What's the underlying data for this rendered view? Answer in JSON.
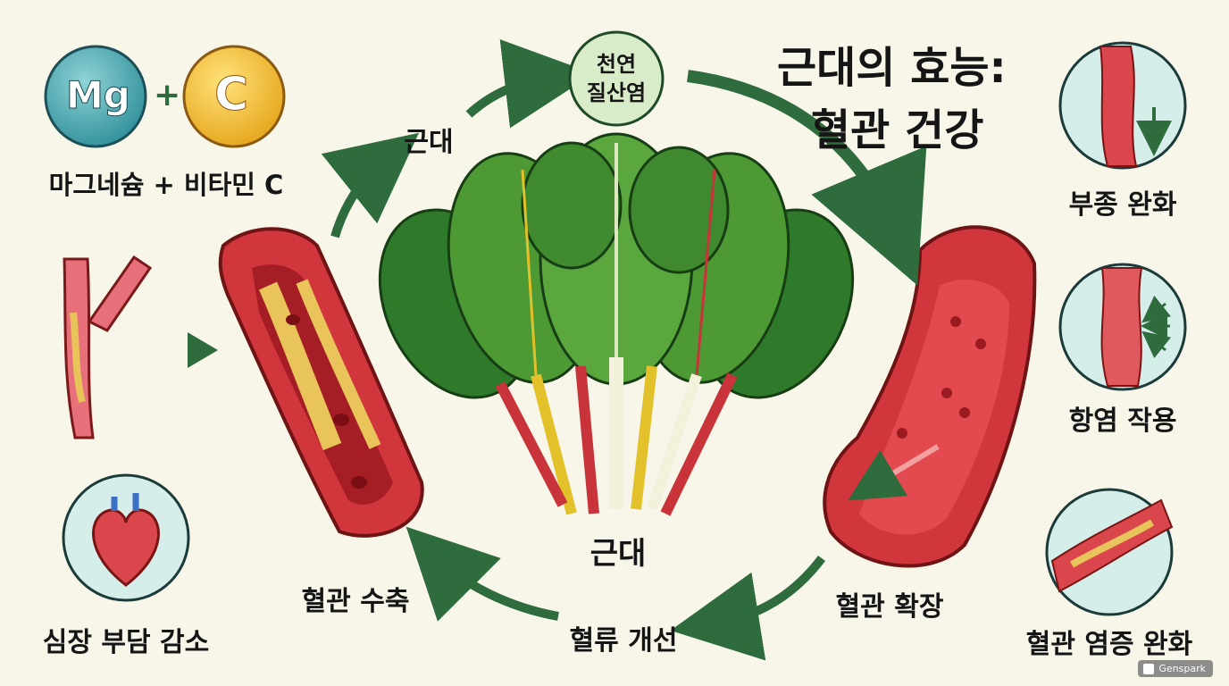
{
  "title": {
    "line1": "근대의 효능:",
    "line2": "혈관 건강"
  },
  "top_left": {
    "mg": "Mg",
    "plus": "+",
    "c": "C",
    "caption": "마그네슘 + 비타민 C"
  },
  "cycle": {
    "node_top": "근대",
    "node_nitrate": {
      "line1": "천연",
      "line2": "질산염"
    },
    "center_label": "근대",
    "left_vessel": "혈관 수축",
    "right_vessel": "혈관 확장",
    "bottom": "혈류 개선"
  },
  "benefits": [
    {
      "label": "부종 완화"
    },
    {
      "label": "항염 작용"
    },
    {
      "label": "혈관 염증 완화"
    },
    {
      "label": "심장 부담 감소"
    }
  ],
  "badge": "Genspark",
  "colors": {
    "arrow": "#2e6b3d",
    "vessel": "#c8343a",
    "leaf": "#3f8a2f",
    "background": "#f8f5e9"
  }
}
